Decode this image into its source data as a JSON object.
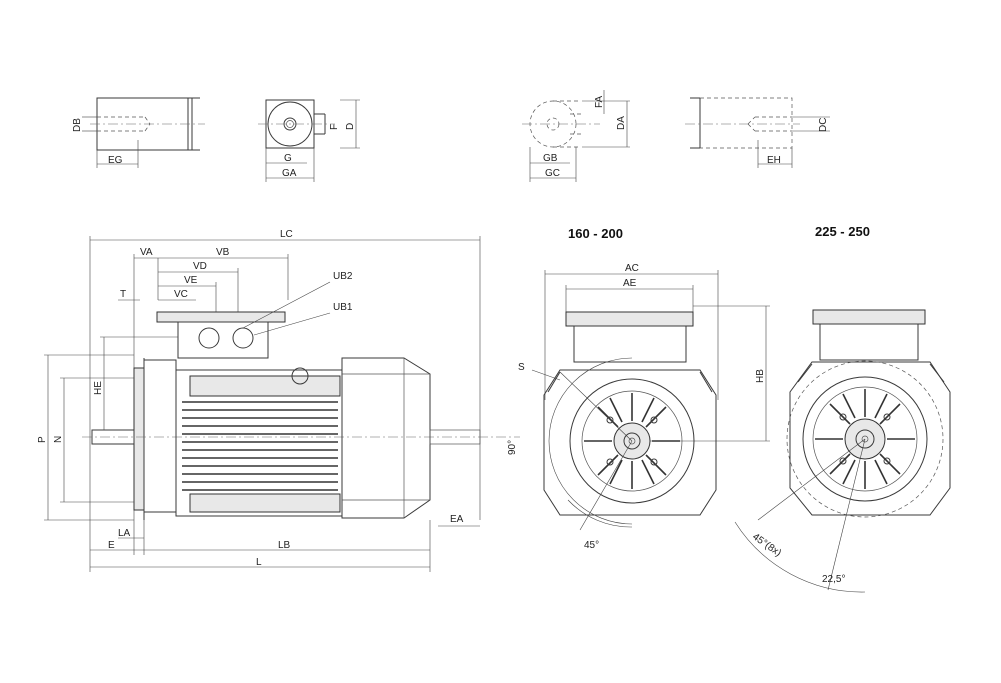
{
  "headers": {
    "h160": "160 - 200",
    "h225": "225 - 250"
  },
  "labels": {
    "DB": "DB",
    "EG": "EG",
    "G": "G",
    "GA": "GA",
    "F": "F",
    "D": "D",
    "GB": "GB",
    "GC": "GC",
    "FA": "FA",
    "DA": "DA",
    "DC": "DC",
    "EH": "EH",
    "LC": "LC",
    "VA": "VA",
    "VB": "VB",
    "VD": "VD",
    "VE": "VE",
    "VC": "VC",
    "T": "T",
    "UB2": "UB2",
    "UB1": "UB1",
    "HE": "HE",
    "P": "P",
    "N": "N",
    "LA": "LA",
    "E": "E",
    "LB": "LB",
    "L": "L",
    "EA": "EA",
    "AC": "AC",
    "AE": "AE",
    "S": "S",
    "HB": "HB",
    "ang90": "90°",
    "ang45": "45°",
    "ang45x8": "45°(8x)",
    "ang22": "22,5°"
  }
}
